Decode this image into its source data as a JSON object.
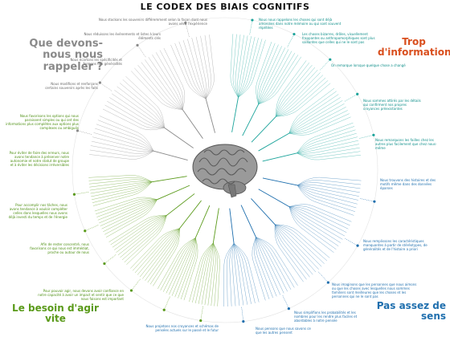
{
  "title": "LE CODEX DES BIAIS COGNITIFS",
  "quadrants": {
    "top_left": "Que devons-nous nous rappeler ?",
    "top_right": "Trop d'information",
    "bottom_left": "Le besoin d'agir vite",
    "bottom_right": "Pas assez de sens"
  },
  "notes": {
    "tl1": "Nous stockons les souvenirs différemment selon la façon dont nous avons vécu l'expérience",
    "tl2": "Nous réduisons les évènements et listes à leurs éléments clés",
    "tl3": "Nous écartons les spécificités et formons des généralités",
    "tl4": "Nous modifions et renforçons certains souvenirs après les faits",
    "tr1": "Nous nous rappelons les choses qui sont déjà amorcées dans notre mémoire ou qui sont souvent répétées",
    "tr2": "Les choses bizarres, drôles, visuellement frappantes ou anthropomorphiques sont plus saillantes que celles qui ne le sont pas",
    "tr3": "On remarque lorsque quelque chose a changé",
    "tr4": "Nous sommes attirés par les détails qui confirment nos propres croyances préexistantes",
    "tr5": "Nous remarquons les failles chez les autres plus facilement que chez nous-même",
    "br1": "Nous trouvons des histoires et des motifs même dans des données éparses",
    "br2": "Nous remplissons les caractéristiques manquantes à partir de stéréotypes, de généralités et de l'histoire a priori",
    "br3": "Nous imaginons que les personnes que nous aimons ou que les choses avec lesquelles nous sommes familiers sont meilleures que les choses et les personnes qui ne le sont pas",
    "br4": "Nous simplifions les probabilités et les nombres pour les rendre plus faciles et abordables à notre pensée",
    "br5": "Nous pensons que nous savons ce que les autres pensent",
    "bl0": "Nous projetons nos croyances et schémas de pensées actuels sur le passé et le futur",
    "bl1": "Pour pouvoir agir, nous devons avoir confiance en notre capacité à avoir un impact et sentir que ce que nous faisons est important",
    "bl2": "Afin de rester concentré, nous favorisons ce qui nous est immédiat, proche ou autour de nous",
    "bl3": "Pour accomplir nos tâches, nous avons tendance à vouloir compléter celles dans lesquelles nous avons déjà investi du temps et de l'énergie",
    "bl4": "Pour éviter de faire des erreurs, nous avons tendance à préserver notre autonomie et notre statut de groupe et à éviter les décisions irréversibles",
    "bl5": "Nous favorisons les options qui nous paraissent simples ou qui ont des informations plus complètes aux options plus complexes ou ambiguës"
  },
  "colors": {
    "gray": "#8a8a8a",
    "teal": "#1aa39a",
    "orange": "#d94f1e",
    "blue": "#1f6fae",
    "green": "#5a9a1a",
    "brain": "#7a7a7a"
  }
}
